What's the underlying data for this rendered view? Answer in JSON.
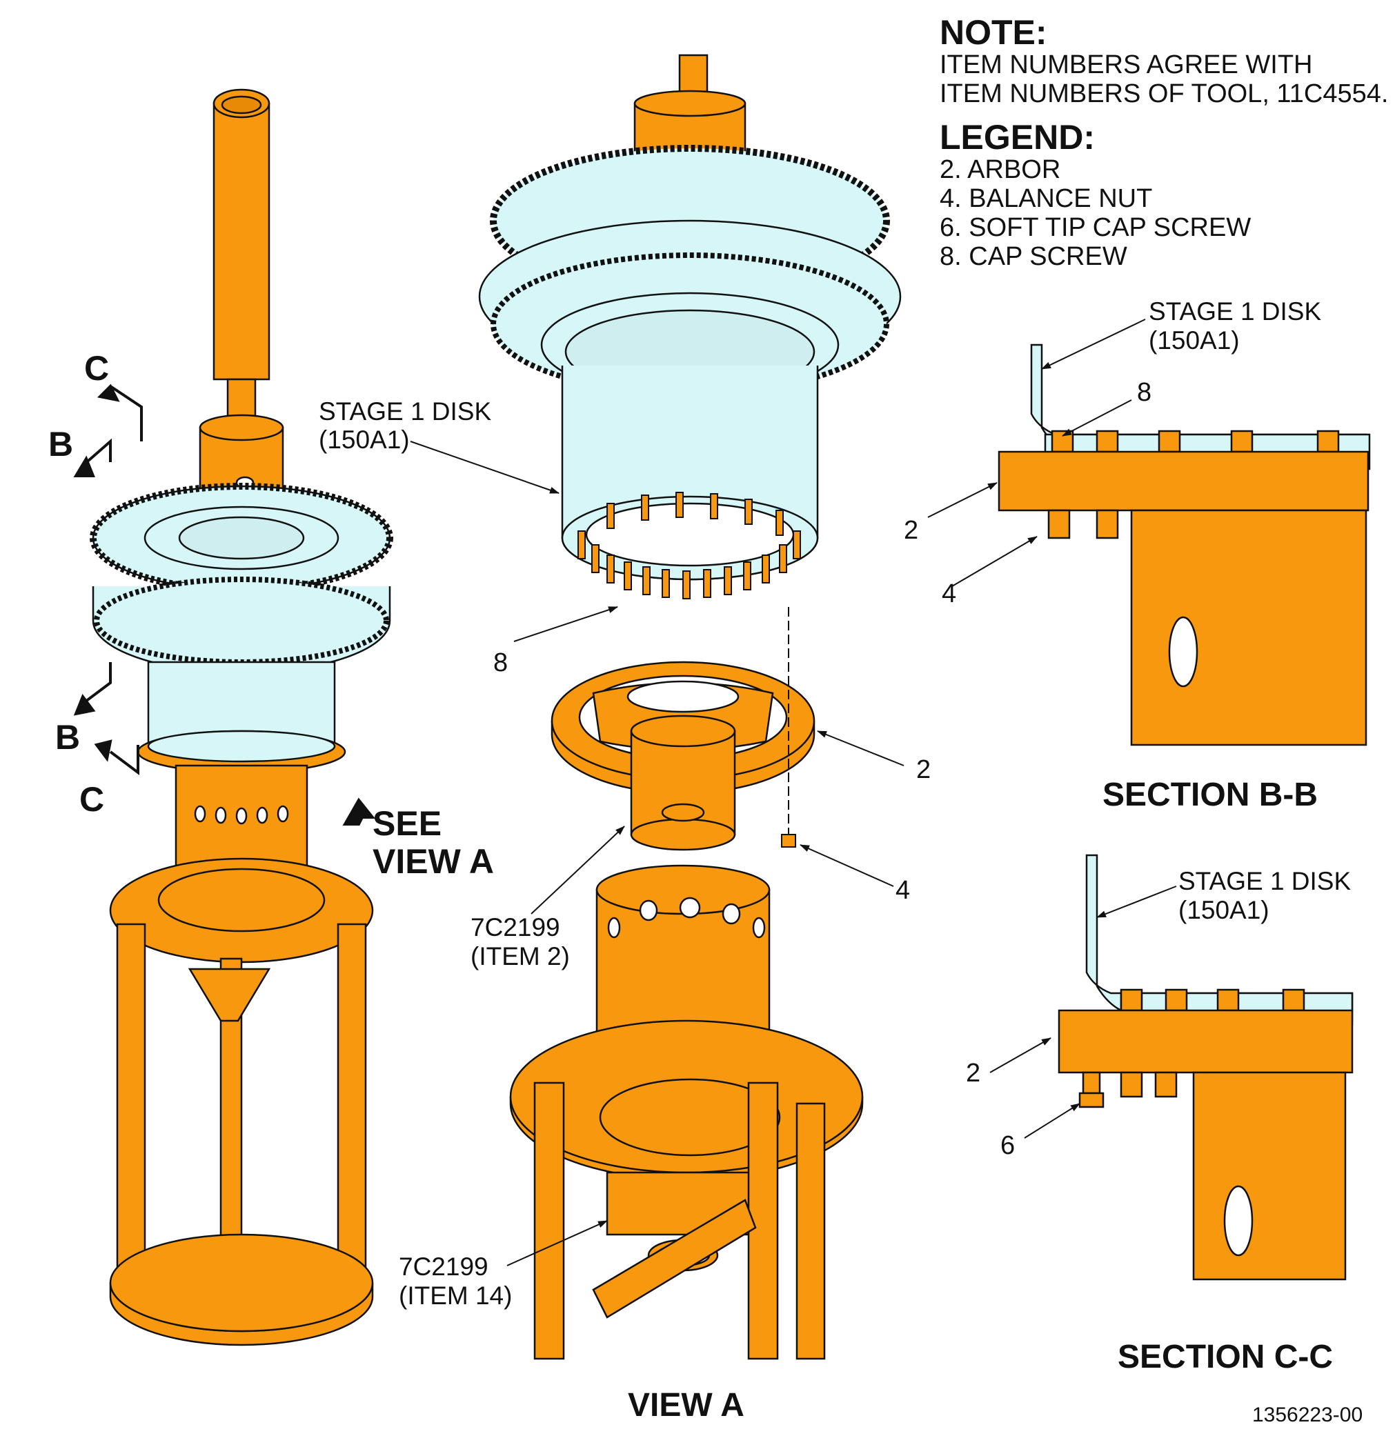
{
  "note": {
    "heading": "NOTE:",
    "line1": "ITEM NUMBERS AGREE WITH",
    "line2": "ITEM NUMBERS OF TOOL, 11C4554."
  },
  "legend": {
    "heading": "LEGEND:",
    "items": [
      "2. ARBOR",
      "4. BALANCE NUT",
      "6. SOFT TIP CAP SCREW",
      "8. CAP SCREW"
    ]
  },
  "section_markers": {
    "c": "C",
    "b": "B",
    "see_view_line1": "SEE",
    "see_view_line2": "VIEW A"
  },
  "center_exploded": {
    "disk_label_line1": "STAGE 1 DISK",
    "disk_label_line2": "(150A1)",
    "item8": "8",
    "item2": "2",
    "item4": "4",
    "arbor_label_line1": "7C2199",
    "arbor_label_line2": "(ITEM 2)"
  },
  "view_a": {
    "label_line1": "7C2199",
    "label_line2": "(ITEM 14)",
    "title": "VIEW A"
  },
  "section_bb": {
    "disk_label_line1": "STAGE 1 DISK",
    "disk_label_line2": "(150A1)",
    "item8": "8",
    "item2": "2",
    "item4": "4",
    "title": "SECTION B-B"
  },
  "section_cc": {
    "disk_label_line1": "STAGE 1 DISK",
    "disk_label_line2": "(150A1)",
    "item2": "2",
    "item6": "6",
    "title": "SECTION C-C"
  },
  "drawing_number": "1356223-00",
  "colors": {
    "tool_orange": "#F7980E",
    "disk_cyan": "#D6F6F7",
    "outline": "#111111"
  }
}
